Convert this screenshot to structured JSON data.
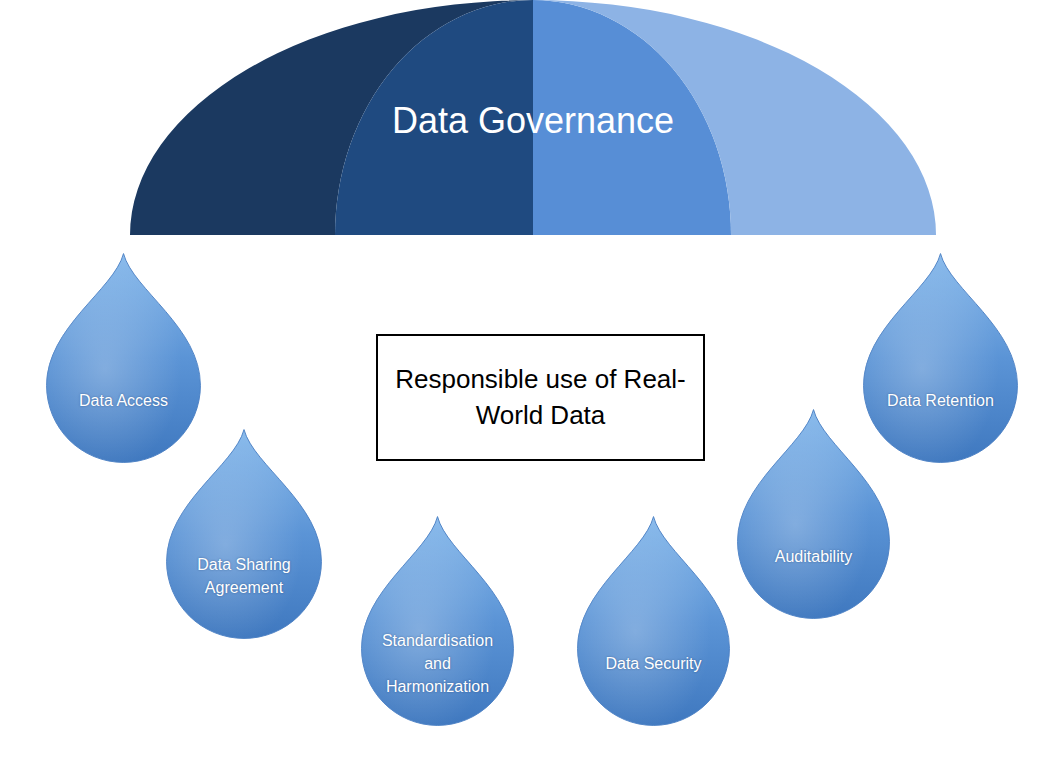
{
  "diagram": {
    "nodes": [
      {
        "text": [
          "Data Governance"
        ]
      },
      {
        "text": [
          "Data Access"
        ]
      },
      {
        "text": [
          "Responsible use of Real-World Data"
        ]
      },
      {
        "text": [
          "Data Retention"
        ]
      },
      {
        "text": [
          "Data Sharing Agreement"
        ]
      },
      {
        "text": [
          "Auditability"
        ]
      },
      {
        "text": [
          "Standardisation and Harmonization"
        ]
      },
      {
        "text": [
          "Data Security"
        ]
      }
    ]
  }
}
